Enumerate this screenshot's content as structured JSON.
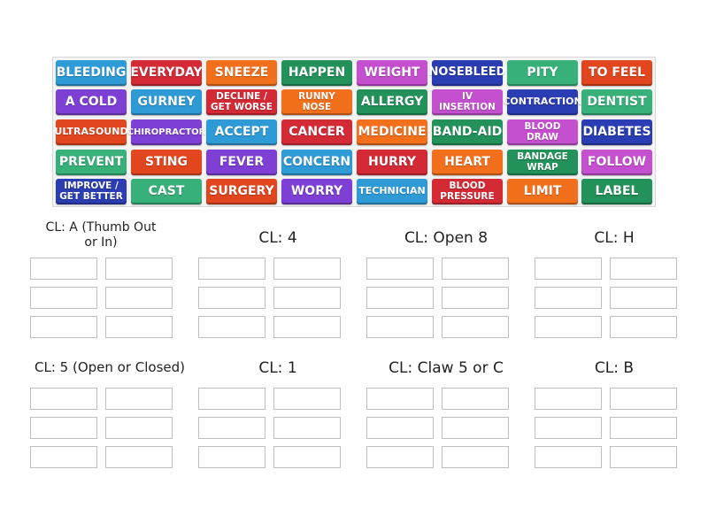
{
  "tiles": [
    {
      "label": "BLEEDING",
      "color": "#2e9ad6"
    },
    {
      "label": "EVERYDAY",
      "color": "#d42a36"
    },
    {
      "label": "SNEEZE",
      "color": "#f26f1c"
    },
    {
      "label": "HAPPEN",
      "color": "#22915a"
    },
    {
      "label": "WEIGHT",
      "color": "#c44fcf"
    },
    {
      "label": "NOSEBLEED",
      "color": "#2a3db3"
    },
    {
      "label": "PITY",
      "color": "#37b07a"
    },
    {
      "label": "TO FEEL",
      "color": "#e2461e"
    },
    {
      "label": "A COLD",
      "color": "#7d3fd4"
    },
    {
      "label": "GURNEY",
      "color": "#2e9ad6"
    },
    {
      "label": "DECLINE / GET WORSE",
      "color": "#d42a36"
    },
    {
      "label": "RUNNY NOSE",
      "color": "#f26f1c"
    },
    {
      "label": "ALLERGY",
      "color": "#22915a"
    },
    {
      "label": "IV INSERTION",
      "color": "#c44fcf"
    },
    {
      "label": "CONTRACTION",
      "color": "#2a3db3"
    },
    {
      "label": "DENTIST",
      "color": "#37b07a"
    },
    {
      "label": "ULTRASOUND",
      "color": "#e2461e"
    },
    {
      "label": "CHIROPRACTOR",
      "color": "#7d3fd4"
    },
    {
      "label": "ACCEPT",
      "color": "#2e9ad6"
    },
    {
      "label": "CANCER",
      "color": "#d42a36"
    },
    {
      "label": "MEDICINE",
      "color": "#f26f1c"
    },
    {
      "label": "BAND-AID",
      "color": "#22915a"
    },
    {
      "label": "BLOOD DRAW",
      "color": "#c44fcf"
    },
    {
      "label": "DIABETES",
      "color": "#2a3db3"
    },
    {
      "label": "PREVENT",
      "color": "#37b07a"
    },
    {
      "label": "STING",
      "color": "#e2461e"
    },
    {
      "label": "FEVER",
      "color": "#7d3fd4"
    },
    {
      "label": "CONCERN",
      "color": "#2e9ad6"
    },
    {
      "label": "HURRY",
      "color": "#d42a36"
    },
    {
      "label": "HEART",
      "color": "#f26f1c"
    },
    {
      "label": "BANDAGE WRAP",
      "color": "#22915a"
    },
    {
      "label": "FOLLOW",
      "color": "#c44fcf"
    },
    {
      "label": "IMPROVE / GET BETTER",
      "color": "#2a3db3"
    },
    {
      "label": "CAST",
      "color": "#37b07a"
    },
    {
      "label": "SURGERY",
      "color": "#e2461e"
    },
    {
      "label": "WORRY",
      "color": "#7d3fd4"
    },
    {
      "label": "TECHNICIAN",
      "color": "#2e9ad6"
    },
    {
      "label": "BLOOD PRESSURE",
      "color": "#d42a36"
    },
    {
      "label": "LIMIT",
      "color": "#f26f1c"
    },
    {
      "label": "LABEL",
      "color": "#22915a"
    }
  ],
  "groups": [
    {
      "title": "CL: A (Thumb Out or In)"
    },
    {
      "title": "CL: 4"
    },
    {
      "title": "CL: Open 8"
    },
    {
      "title": "CL: H"
    },
    {
      "title": "CL: 5 (Open or Closed)"
    },
    {
      "title": "CL: 1"
    },
    {
      "title": "CL: Claw 5 or C"
    },
    {
      "title": "CL: B"
    }
  ]
}
